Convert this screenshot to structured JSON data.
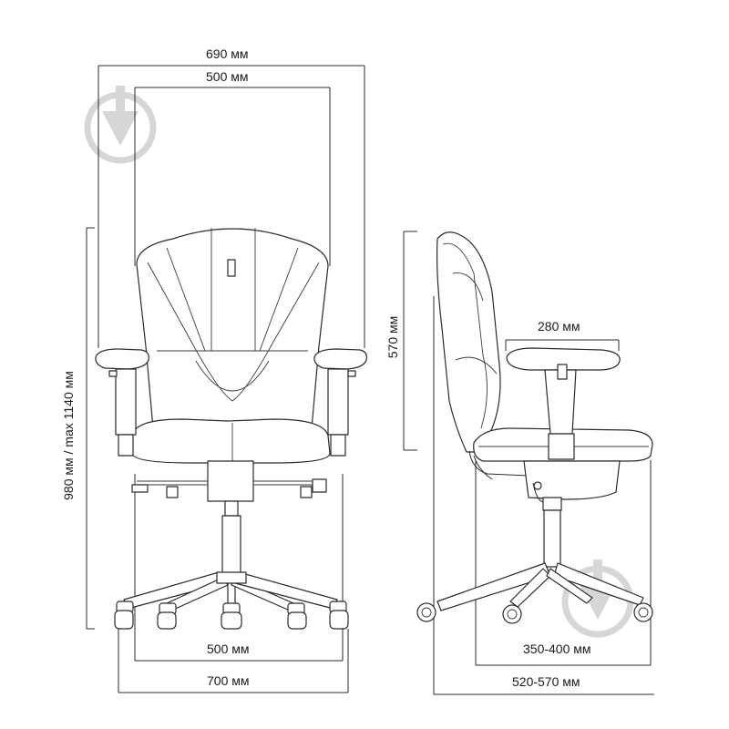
{
  "dimensions": {
    "front_overall_width": "690 мм",
    "front_seat_width": "500 мм",
    "front_height": "980 мм / max 1140 мм",
    "front_base_inner": "500 мм",
    "front_base_outer": "700 мм",
    "side_back_height": "570 мм",
    "side_armrest_length": "280 мм",
    "side_seat_depth": "350-400 мм",
    "side_total_depth": "520-570 мм"
  },
  "icons": [
    "download-watermark-icon",
    "download-watermark-icon"
  ],
  "colors": {
    "line": "#2b2b2b",
    "watermark": "#d6d6d6",
    "background": "#ffffff"
  }
}
